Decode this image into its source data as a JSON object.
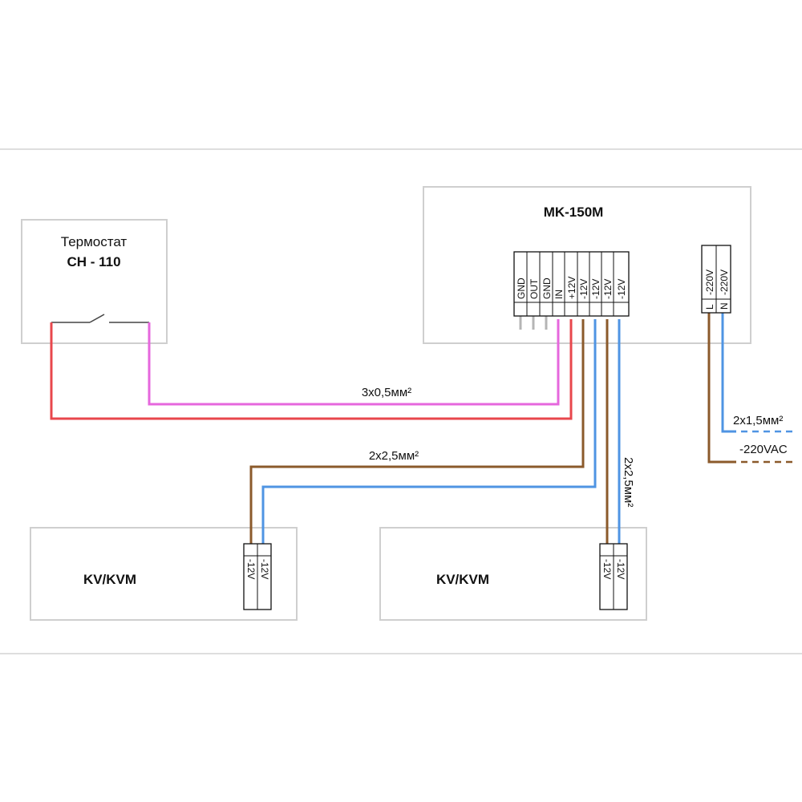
{
  "colors": {
    "pink": "#e667dd",
    "red": "#e8474c",
    "brown": "#8b5a2b",
    "blue": "#4f94e3",
    "frame": "#cfcfcf"
  },
  "thermostat": {
    "title": "Термостат",
    "model": "CH - 110"
  },
  "controller": {
    "title": "MK-150M",
    "terminals": [
      "GND",
      "OUT",
      "GND",
      "IN",
      "+12V",
      "-12V",
      "-12V",
      "-12V",
      "-12V"
    ],
    "power_terminals": [
      "-220V",
      "-220V"
    ],
    "power_marks": [
      "L",
      "N"
    ]
  },
  "cables": {
    "thermo_cable": "3х0,5мм²",
    "load1_cable": "2х2,5мм²",
    "load2_cable": "2х2,5мм²",
    "power_cable": "2х1,5мм²",
    "power_label": "-220VAC"
  },
  "loads": [
    {
      "title": "KV/KVM",
      "terminals": [
        "-12V",
        "-12V"
      ]
    },
    {
      "title": "KV/KVM",
      "terminals": [
        "-12V",
        "-12V"
      ]
    }
  ]
}
